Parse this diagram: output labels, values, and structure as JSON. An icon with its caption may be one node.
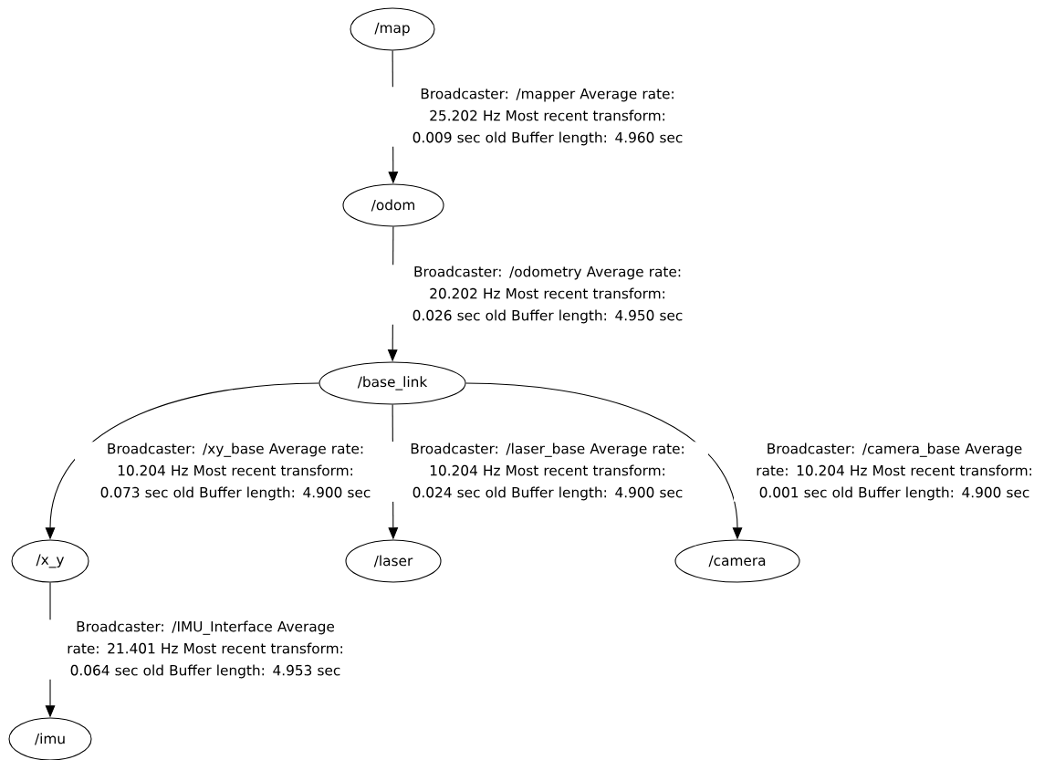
{
  "diagram": {
    "nodes": [
      {
        "text": [
          "/map"
        ]
      },
      {
        "text": [
          "/odom"
        ]
      },
      {
        "text": [
          "/base_link"
        ]
      },
      {
        "text": [
          "/x_y"
        ]
      },
      {
        "text": [
          "/laser"
        ]
      },
      {
        "text": [
          "/camera"
        ]
      },
      {
        "text": [
          "/imu"
        ]
      }
    ],
    "edges": [
      {
        "from": 0,
        "to": 1,
        "arrow": "to",
        "label": "Broadcaster: /mapper Average rate: 25.202 Hz Most recent transform: 0.009 sec old Buffer length: 4.960 sec"
      },
      {
        "from": 1,
        "to": 2,
        "arrow": "to",
        "label": "Broadcaster: /odometry Average rate: 20.202 Hz Most recent transform: 0.026 sec old Buffer length: 4.950 sec"
      },
      {
        "from": 2,
        "to": 3,
        "arrow": "to",
        "label": "Broadcaster: /xy_base Average rate: 10.204 Hz Most recent transform: 0.073 sec old Buffer length: 4.900 sec"
      },
      {
        "from": 2,
        "to": 4,
        "arrow": "to",
        "label": "Broadcaster: /laser_base Average rate: 10.204 Hz Most recent transform: 0.024 sec old Buffer length: 4.900 sec"
      },
      {
        "from": 2,
        "to": 5,
        "arrow": "to",
        "label": "Broadcaster: /camera_base Average rate: 10.204 Hz Most recent transform: 0.001 sec old Buffer length: 4.900 sec"
      },
      {
        "from": 3,
        "to": 6,
        "arrow": "to",
        "label": "Broadcaster: /IMU_Interface Average rate: 21.401 Hz Most recent transform: 0.064 sec old Buffer length: 4.953 sec"
      }
    ]
  }
}
